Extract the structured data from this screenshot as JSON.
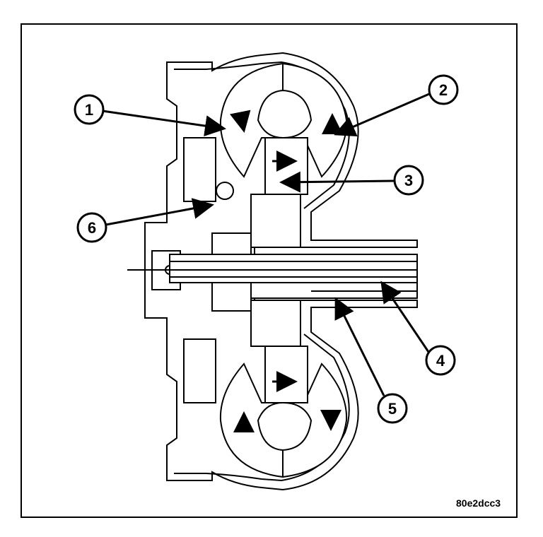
{
  "callouts": [
    "1",
    "2",
    "3",
    "4",
    "5",
    "6"
  ],
  "reference_code": "80e2dcc3",
  "colors": {
    "ink": "#000000",
    "paper": "#ffffff"
  }
}
